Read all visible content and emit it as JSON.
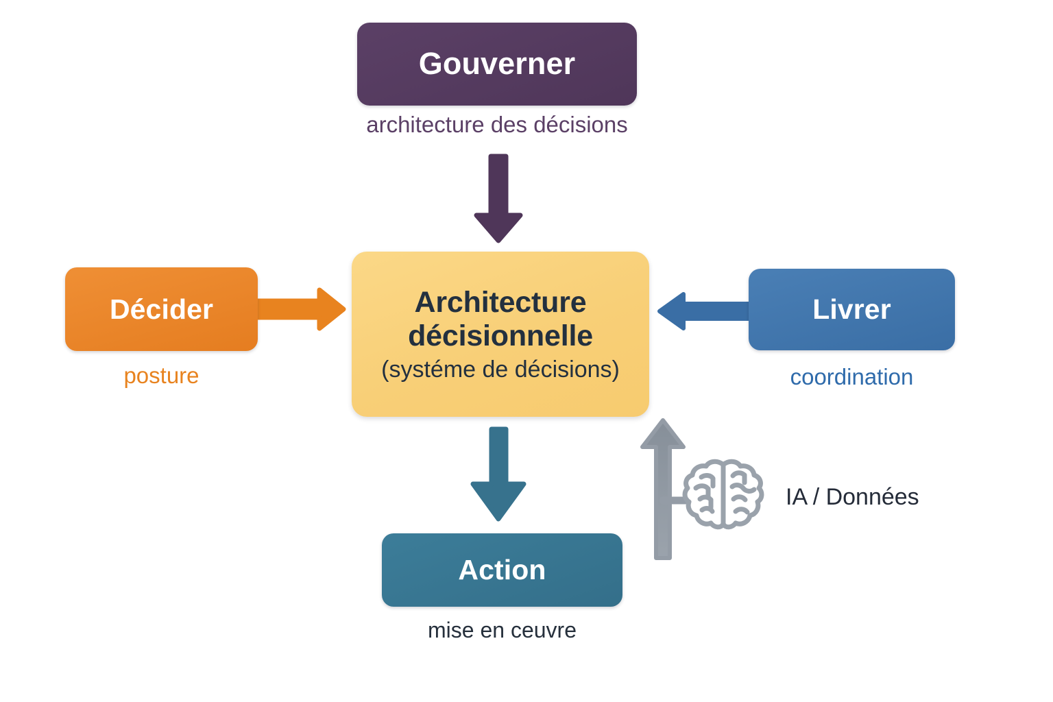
{
  "diagram": {
    "title": "Architecture décisionnelle",
    "background_color": "#ffffff",
    "nodes": {
      "gouverner": {
        "label": "Gouverner",
        "caption": "architecture des décisions",
        "color": "#523b5c",
        "text_color": "#ffffff",
        "caption_color": "#5b4066",
        "position": "top"
      },
      "decider": {
        "label": "Décider",
        "caption": "posture",
        "color": "#e8831f",
        "text_color": "#ffffff",
        "caption_color": "#e8831f",
        "position": "left"
      },
      "center": {
        "label_line1": "Architecture",
        "label_line2": "décisionnelle",
        "sublabel": "(systéme de décisions)",
        "color": "#f9d27d",
        "text_color": "#23303f",
        "position": "center"
      },
      "livrer": {
        "label": "Livrer",
        "caption": "coordination",
        "color": "#3a6ea5",
        "text_color": "#ffffff",
        "caption_color": "#2f6bab",
        "position": "right"
      },
      "action": {
        "label": "Action",
        "caption": "mise en ceuvre",
        "color": "#37728d",
        "text_color": "#ffffff",
        "caption_color": "#26303c",
        "position": "bottom"
      }
    },
    "arrows": [
      {
        "name": "gouverner-to-center",
        "from": "gouverner",
        "to": "center",
        "direction": "down",
        "color": "#523b5c"
      },
      {
        "name": "decider-to-center",
        "from": "decider",
        "to": "center",
        "direction": "right",
        "color": "#e8831f"
      },
      {
        "name": "livrer-to-center",
        "from": "livrer",
        "to": "center",
        "direction": "left",
        "color": "#3a6ea5"
      },
      {
        "name": "center-to-action",
        "from": "center",
        "to": "action",
        "direction": "down",
        "color": "#37728d"
      },
      {
        "name": "ia-to-center",
        "from": "ia-donnees",
        "to": "center",
        "direction": "up",
        "color": "#9aa2ab"
      }
    ],
    "annotation": {
      "icon": "brain-icon",
      "icon_color": "#9aa2ab",
      "label": "IA / Données",
      "label_color": "#242b38"
    }
  }
}
